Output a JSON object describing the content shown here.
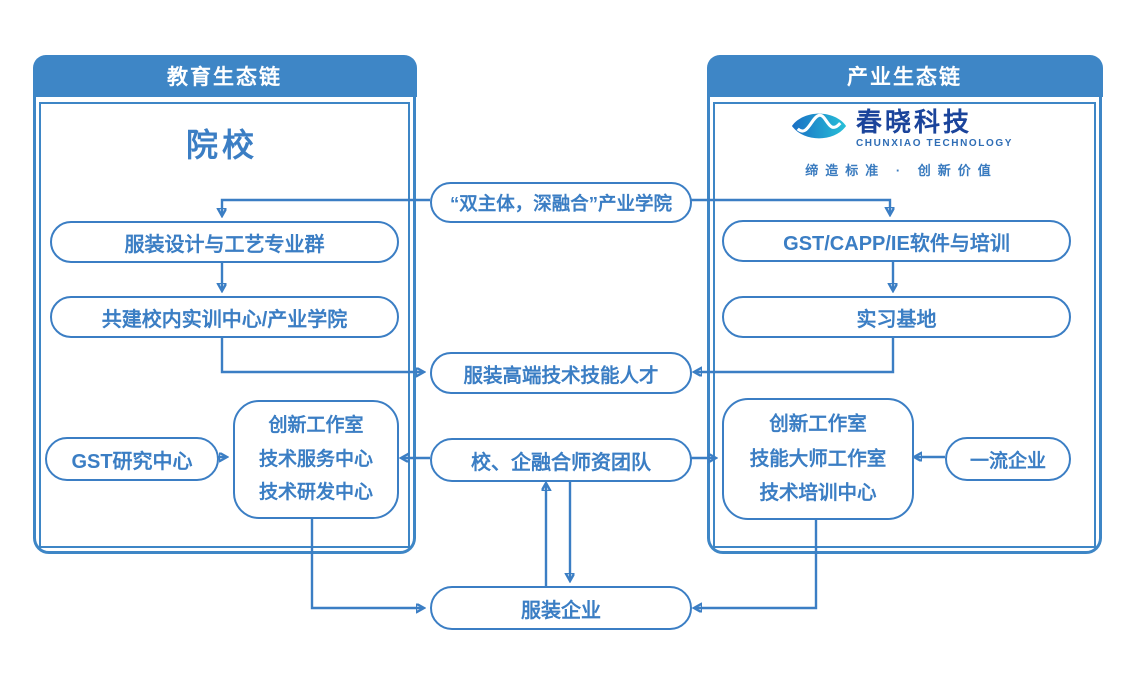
{
  "colors": {
    "primary": "#3e86c6",
    "line": "#3b7ec4",
    "logo_dark": "#1b449b",
    "logo_sub": "#2f6db5",
    "icon_gradient_start": "#1a6fc4",
    "icon_gradient_end": "#27c0d8"
  },
  "left": {
    "header": "教育生态链",
    "title": "院校",
    "pill_major_group": "服装设计与工艺专业群",
    "pill_training_center": "共建校内实训中心/产业学院",
    "pill_gst_research": "GST研究中心",
    "center_lines": [
      "创新工作室",
      "技术服务中心",
      "技术研发中心"
    ]
  },
  "middle": {
    "pill_industry_college": "“双主体，深融合”产业学院",
    "pill_talent": "服装高端技术技能人才",
    "pill_teachers": "校、企融合师资团队",
    "pill_enterprise": "服装企业"
  },
  "right": {
    "header": "产业生态链",
    "logo_name": "春晓科技",
    "logo_sub": "CHUNXIAO TECHNOLOGY",
    "logo_tagline": "缔造标准 · 创新价值",
    "pill_software_training": "GST/CAPP/IE软件与培训",
    "pill_internship_base": "实习基地",
    "center_lines": [
      "创新工作室",
      "技能大师工作室",
      "技术培训中心"
    ],
    "pill_top_enterprise": "一流企业"
  }
}
